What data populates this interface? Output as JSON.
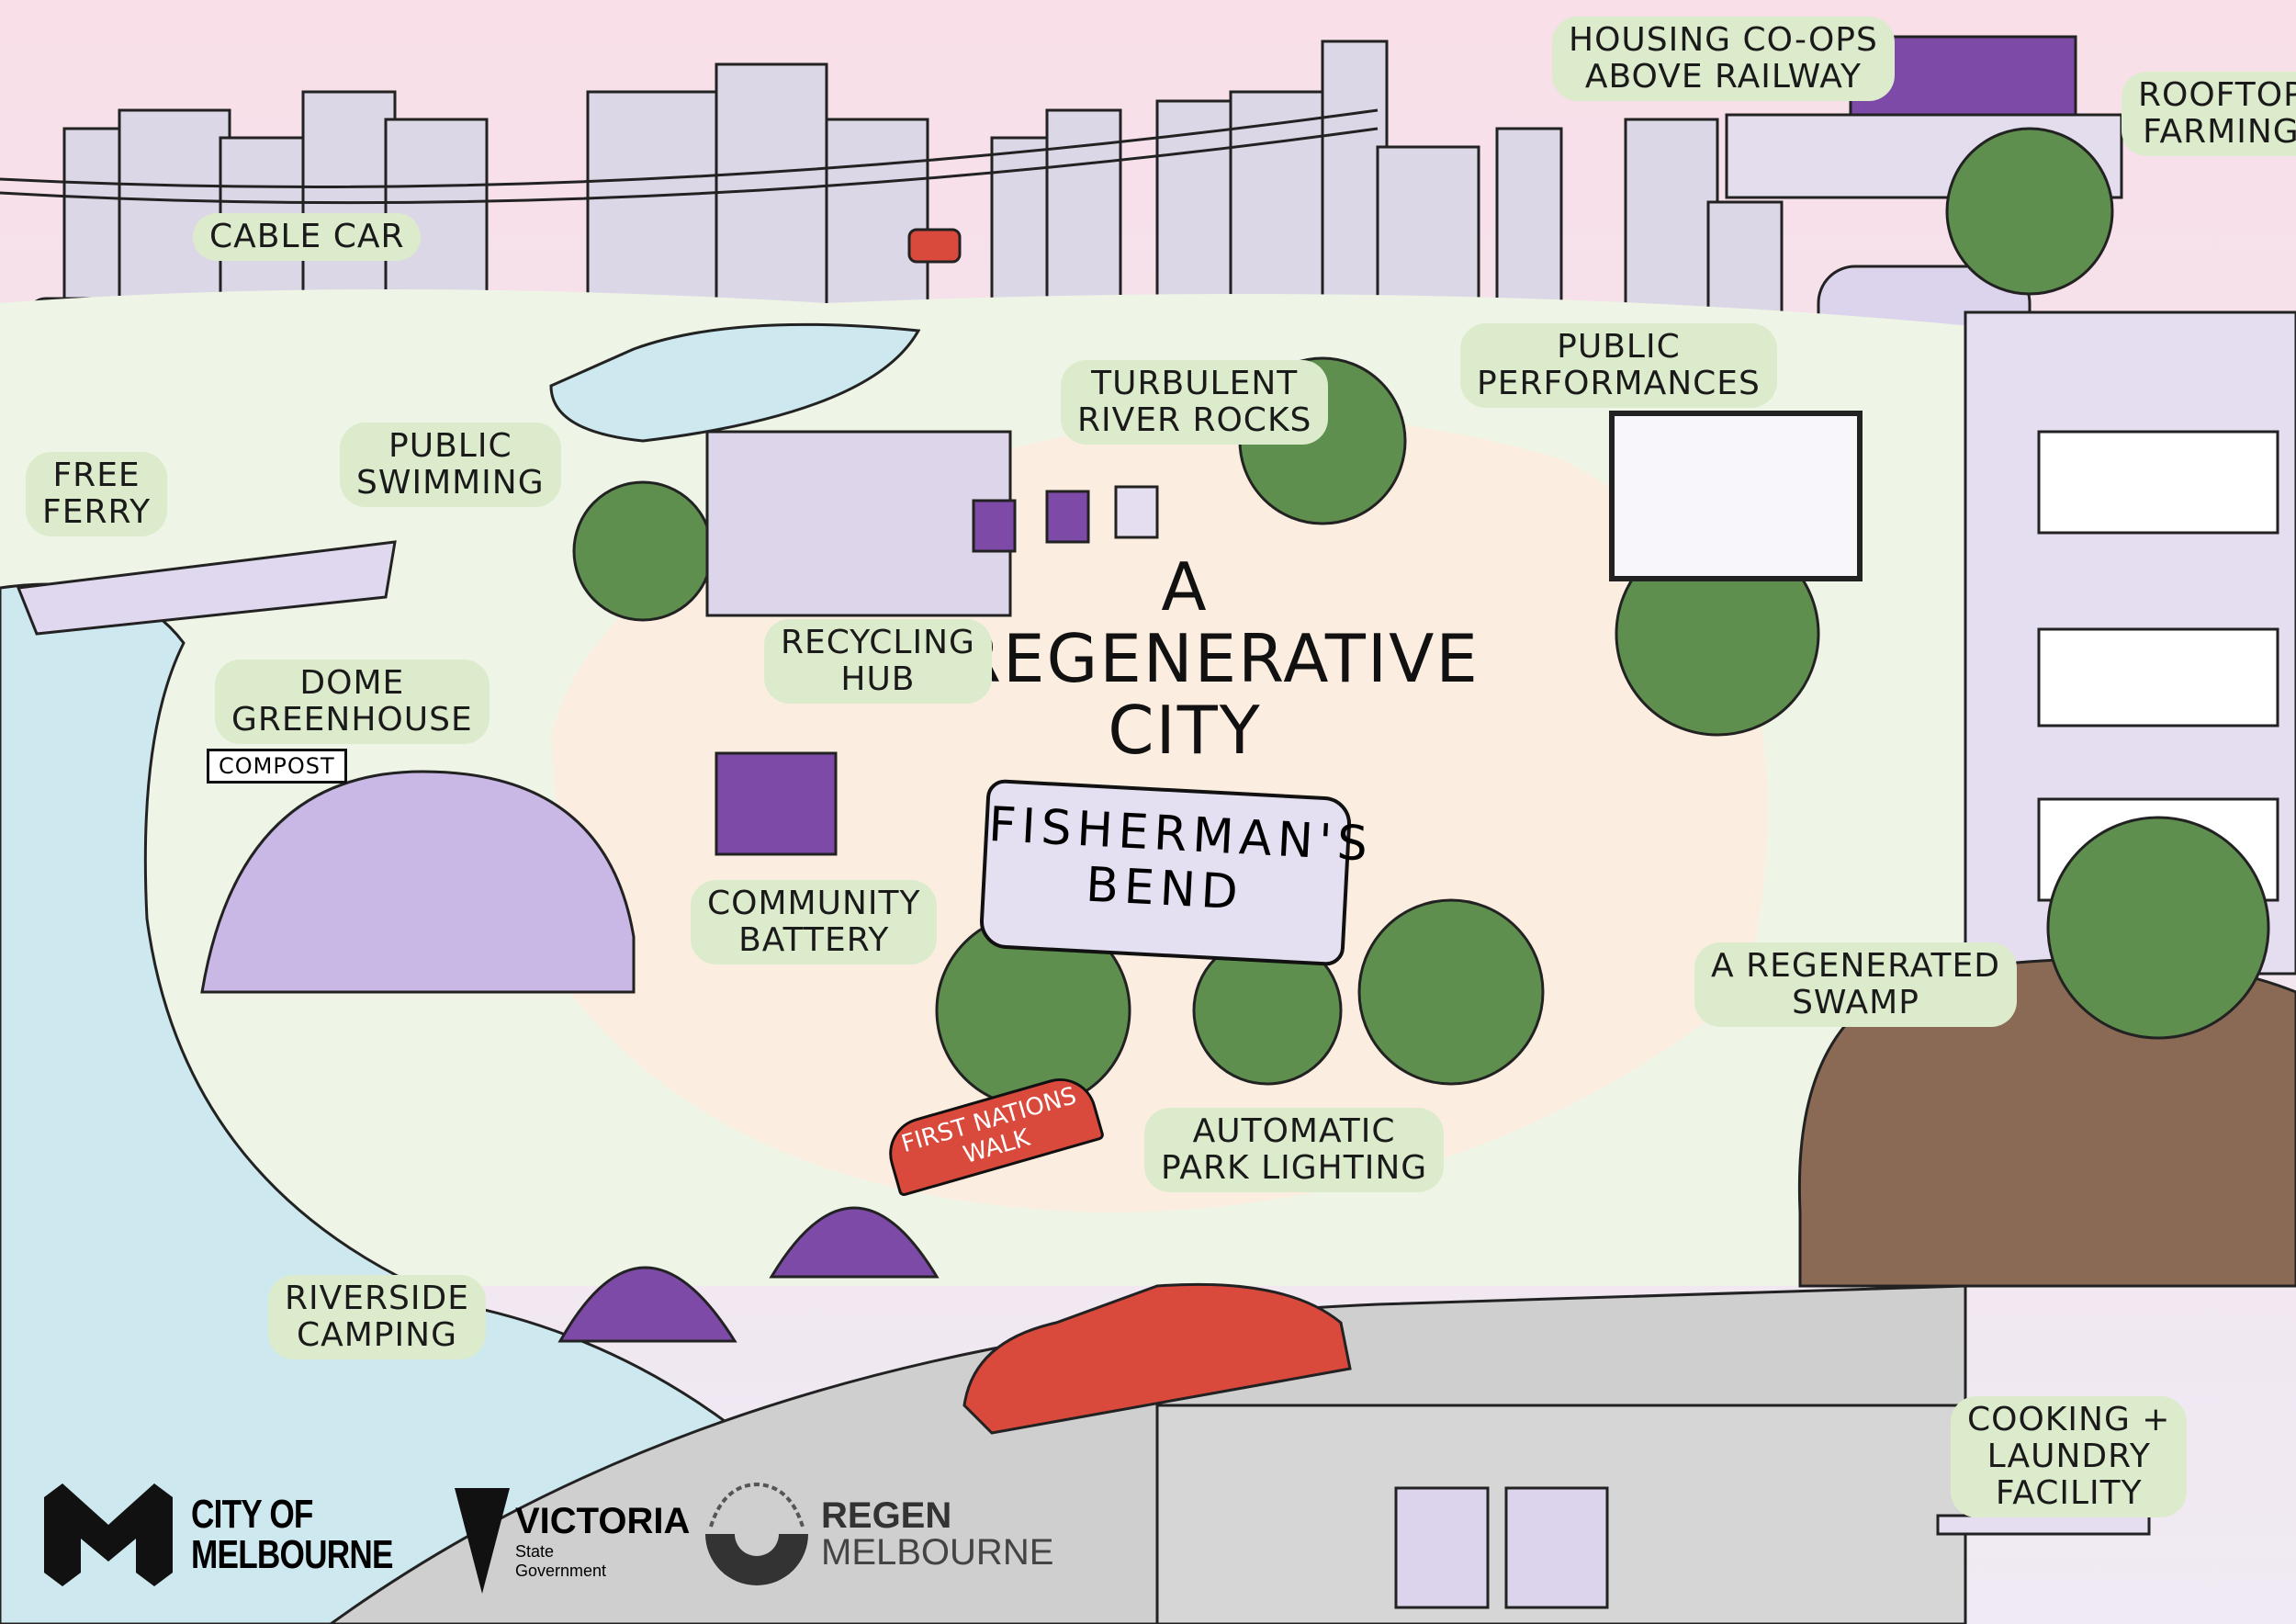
{
  "title": {
    "line1": "A",
    "line2": "REGENERATIVE",
    "line3": "CITY"
  },
  "banner": {
    "line1": "FISHERMAN'S",
    "line2": "BEND"
  },
  "labels": {
    "cable_car": [
      "CABLE CAR"
    ],
    "housing": [
      "HOUSING CO-OPS",
      "ABOVE RAILWAY"
    ],
    "rooftop": [
      "ROOFTOP",
      "FARMING"
    ],
    "ferry": [
      "FREE",
      "FERRY"
    ],
    "swimming": [
      "PUBLIC",
      "SWIMMING"
    ],
    "river_rocks": [
      "TURBULENT",
      "RIVER ROCKS"
    ],
    "performances": [
      "PUBLIC",
      "PERFORMANCES"
    ],
    "recycling": [
      "RECYCLING",
      "HUB"
    ],
    "greenhouse": [
      "DOME",
      "GREENHOUSE"
    ],
    "battery": [
      "COMMUNITY",
      "BATTERY"
    ],
    "swamp": [
      "A REGENERATED",
      "SWAMP"
    ],
    "lighting": [
      "AUTOMATIC",
      "PARK LIGHTING"
    ],
    "camping": [
      "RIVERSIDE",
      "CAMPING"
    ],
    "cooking": [
      "COOKING +",
      "LAUNDRY",
      "FACILITY"
    ]
  },
  "signs": {
    "compost": "COMPOST",
    "first_nations_walk": "FIRST NATIONS WALK"
  },
  "logos": {
    "city_of_melbourne": {
      "line1": "CITY OF",
      "line2": "MELBOURNE"
    },
    "victoria": {
      "name": "VICTORIA",
      "sub1": "State",
      "sub2": "Government"
    },
    "regen": {
      "line1": "REGEN",
      "line2": "MELBOURNE"
    }
  },
  "colors": {
    "sky": "#f6e3ea",
    "river": "#cde8ef",
    "park": "#fbeee0",
    "grass": "#eef5e6",
    "label": "#dcebcc",
    "purple": "#7d4aa8",
    "tree": "#5e8f4e",
    "road": "#cfcfcf"
  }
}
